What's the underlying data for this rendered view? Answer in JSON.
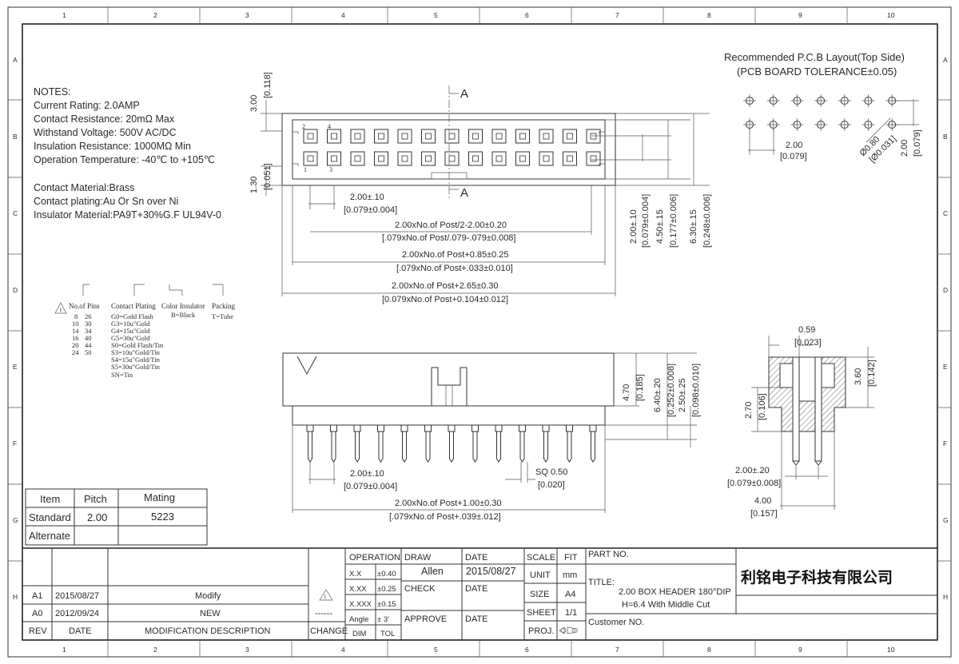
{
  "grid": {
    "columns": [
      "1",
      "2",
      "3",
      "4",
      "5",
      "6",
      "7",
      "8",
      "9",
      "10"
    ],
    "rows": [
      "A",
      "B",
      "C",
      "D",
      "E",
      "F",
      "G",
      "H"
    ]
  },
  "notes": {
    "heading": "NOTES:",
    "lines": [
      "Current Rating: 2.0AMP",
      "Contact Resistance: 20mΩ Max",
      "Withstand Voltage: 500V AC/DC",
      "Insulation Resistance: 1000MΩ Min",
      "Operation Temperature: -40℃ to +105℃"
    ],
    "material_lines": [
      "Contact Material:Brass",
      "Contact plating:Au Or Sn over Ni",
      "Insulator Material:PA9T+30%G.F UL94V-0"
    ]
  },
  "order_code": {
    "pins_label": "No.of Pins",
    "pins_col1": [
      "8",
      "10",
      "14",
      "16",
      "20",
      "24"
    ],
    "pins_col2": [
      "26",
      "30",
      "34",
      "40",
      "44",
      "50"
    ],
    "plating_label": "Contact Plating",
    "plating_items": [
      "G0=Gold Flash",
      "G3=10u\"Gold",
      "G4=15u\"Gold",
      "G5=30u\"Gold",
      "S0=Gold Flash/Tin",
      "S3=10u\"Gold/Tin",
      "S4=15u\"Gold/Tin",
      "S5=30u\"Gold/Tin",
      "SN=Tin"
    ],
    "insulator_label": "Color Insulator",
    "insulator_value": "B=Black",
    "packing_label": "Packing",
    "packing_value": "T=Tube"
  },
  "top_view": {
    "section_mark": "A",
    "pin_labels": [
      "2",
      "4",
      "1",
      "3"
    ],
    "dim_top_a": "3.00",
    "dim_top_b": "[0.118]",
    "dim_side_a": "1.30",
    "dim_side_b": "[0.051]",
    "dim_pitch_a": "2.00±.10",
    "dim_pitch_b": "[0.079±0.004]",
    "dim_row1_a": "2.00xNo.of Post/2-2.00±0.20",
    "dim_row1_b": "[.079xNo.of Post/.079-.079±0.008]",
    "dim_row2_a": "2.00xNo.of Post+0.85±0.25",
    "dim_row2_b": "[.079xNo.of Post+.033±0.010]",
    "dim_row3_a": "2.00xNo.of Post+2.65±0.30",
    "dim_row3_b": "[0.079xNo.of Post+0.104±0.012]",
    "dim_v1": "2.00±.10",
    "dim_v1b": "[0.079±0.004]",
    "dim_v2": "4.50±.15",
    "dim_v2b": "[0.177±0.006]",
    "dim_v3": "6.30±.15",
    "dim_v3b": "[0.248±0.006]"
  },
  "front_view": {
    "dim_h1": "4.70",
    "dim_h1b": "[0.185]",
    "dim_h2": "6.40±.20",
    "dim_h2b": "[0.252±0.008]",
    "dim_h3": "2.50±.25",
    "dim_h3b": "[0.098±0.010]",
    "dim_pitch_a": "2.00±.10",
    "dim_pitch_b": "[0.079±0.004]",
    "dim_sq_a": "SQ 0.50",
    "dim_sq_b": "[0.020]",
    "dim_len_a": "2.00xNo.of Post+1.00±0.30",
    "dim_len_b": "[.079xNo.of Post+.039±.012]"
  },
  "pcb": {
    "title_1": "Recommended P.C.B Layout(Top Side)",
    "title_2": "(PCB BOARD TOLERANCE±0.05)",
    "dim_a": "2.00",
    "dim_b": "[0.079]",
    "dim_hole_a": "Ø0.80",
    "dim_hole_b": "[Ø0.031]",
    "dim_v_a": "2.00",
    "dim_v_b": "[0.079]"
  },
  "side_view": {
    "dim_top_a": "0.59",
    "dim_top_b": "[0.023]",
    "dim_r_a": "3.60",
    "dim_r_b": "[0.142]",
    "dim_l_a": "2.70",
    "dim_l_b": "[0.106]",
    "dim_pitch_a": "2.00±.20",
    "dim_pitch_b": "[0.079±0.008]",
    "dim_w_a": "4.00",
    "dim_w_b": "[0.157]"
  },
  "spec_table": {
    "headers": [
      "Item",
      "Pitch",
      "Mating"
    ],
    "rows": [
      [
        "Standard",
        "2.00",
        "5223"
      ],
      [
        "Alternate",
        "",
        ""
      ]
    ]
  },
  "revision": {
    "rows": [
      {
        "rev": "A1",
        "date": "2015/08/27",
        "desc": "Modify"
      },
      {
        "rev": "A0",
        "date": "2012/09/24",
        "desc": "NEW"
      }
    ],
    "change_dash": "------",
    "h_rev": "REV",
    "h_date": "DATE",
    "h_desc": "MODIFICATION DESCRIPTION",
    "h_change": "CHANGE"
  },
  "title_block": {
    "operation": "OPERATION",
    "tol_rows": [
      [
        "X.X",
        "±0.40"
      ],
      [
        "X.XX",
        "±0.25"
      ],
      [
        "X.XXX",
        "±0.15"
      ],
      [
        "Angle",
        "± 3'"
      ]
    ],
    "dim": "DIM",
    "tol": "TOL",
    "draw_label": "DRAW",
    "draw_value": "Allen",
    "date_label": "DATE",
    "date_value": "2015/08/27",
    "check_label": "CHECK",
    "approve_label": "APPROVE",
    "scale_label": "SCALE",
    "fit_label": "FIT",
    "unit_label": "UNIT",
    "unit_value": "mm",
    "size_label": "SIZE",
    "size_value": "A4",
    "sheet_label": "SHEET",
    "sheet_value": "1/1",
    "proj_label": "PROJ.",
    "part_no_label": "PART NO.",
    "title_label": "TITLE:",
    "title_line1": "2.00 BOX HEADER 180°DIP",
    "title_line2": "H=6.4 With Middle Cut",
    "customer_label": "Customer NO.",
    "company": "利铭电子科技有限公司"
  }
}
